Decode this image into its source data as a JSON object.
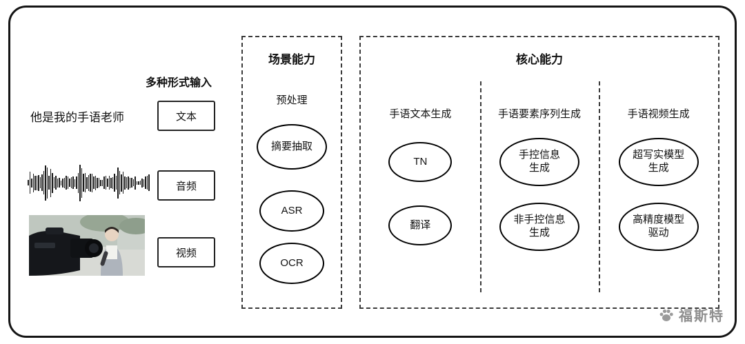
{
  "input_section": {
    "title": "多种形式输入",
    "text_example": "他是我的手语老师",
    "inputs": [
      {
        "label": "文本"
      },
      {
        "label": "音频"
      },
      {
        "label": "视频"
      }
    ]
  },
  "scene_section": {
    "title": "场景能力",
    "subtitle": "预处理",
    "nodes": [
      "摘要抽取",
      "ASR",
      "OCR"
    ]
  },
  "core_section": {
    "title": "核心能力",
    "columns": [
      {
        "header": "手语文本生成",
        "nodes": [
          "TN",
          "翻译"
        ]
      },
      {
        "header": "手语要素序列生成",
        "nodes": [
          "手控信息\n生成",
          "非手控信息\n生成"
        ]
      },
      {
        "header": "手语视频生成",
        "nodes": [
          "超写实模型\n生成",
          "高精度模型\n驱动"
        ]
      }
    ]
  },
  "watermark": {
    "text": "福斯特"
  }
}
